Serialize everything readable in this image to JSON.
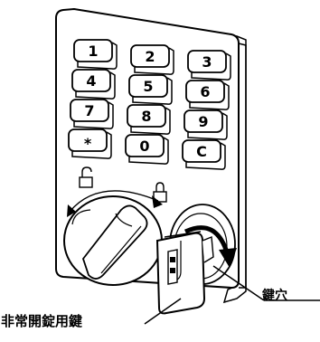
{
  "keypad": {
    "keys": [
      "1",
      "2",
      "3",
      "4",
      "5",
      "6",
      "7",
      "8",
      "9",
      "*",
      "0",
      "C"
    ]
  },
  "labels": {
    "keyhole": "鍵穴",
    "emergency_key": "非常開錠用鍵"
  },
  "icons": {
    "unlocked": "unlocked-padlock-icon",
    "locked": "locked-padlock-icon",
    "rotation": "curved-arrow-icon"
  }
}
